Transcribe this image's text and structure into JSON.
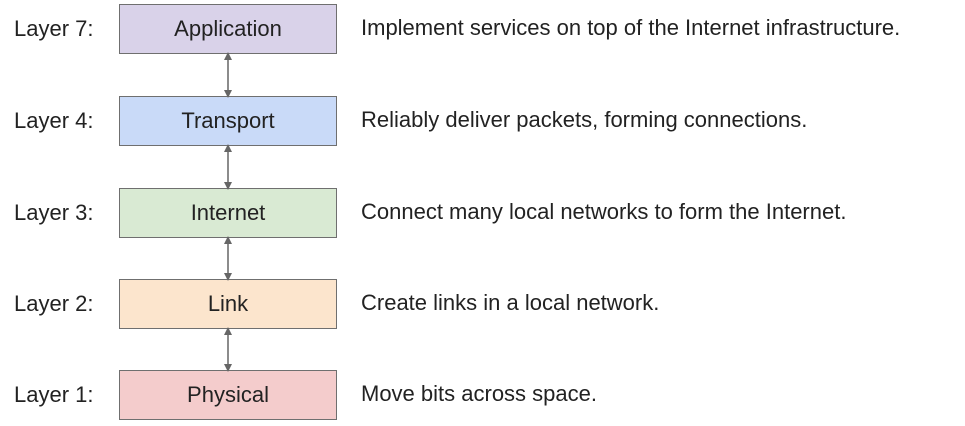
{
  "layers": [
    {
      "label": "Layer 7:",
      "name": "Application",
      "description": "Implement services on top of the Internet infrastructure.",
      "color": "#d9d2e9"
    },
    {
      "label": "Layer 4:",
      "name": "Transport",
      "description": "Reliably deliver packets, forming connections.",
      "color": "#c9daf8"
    },
    {
      "label": "Layer 3:",
      "name": "Internet",
      "description": "Connect many local networks to form the Internet.",
      "color": "#d9ead3"
    },
    {
      "label": "Layer 2:",
      "name": "Link",
      "description": "Create links in a local network.",
      "color": "#fce5cd"
    },
    {
      "label": "Layer 1:",
      "name": "Physical",
      "description": "Move bits across space.",
      "color": "#f4cccc"
    }
  ],
  "connector_color": "#666666"
}
